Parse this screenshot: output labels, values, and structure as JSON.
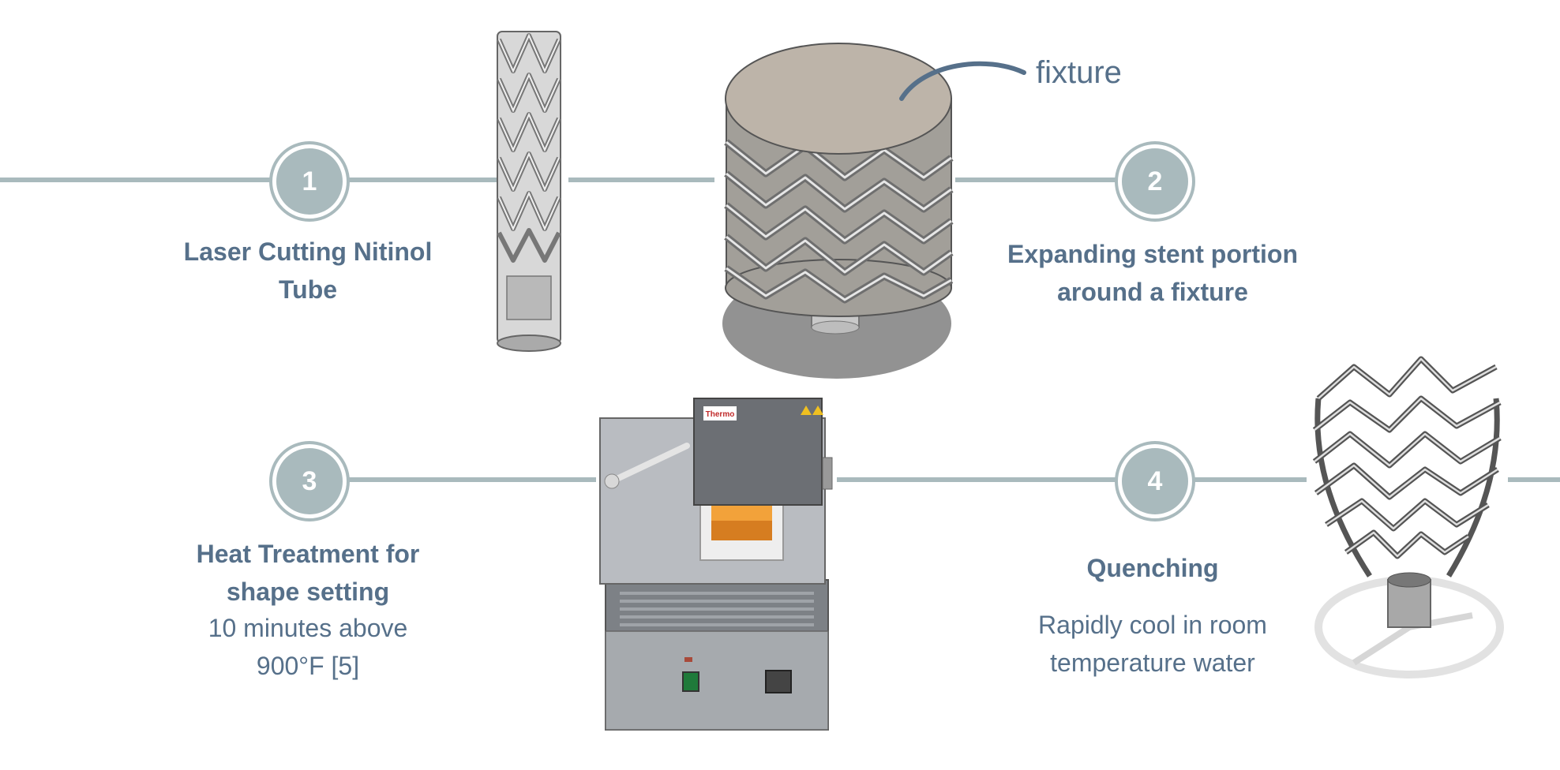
{
  "steps": [
    {
      "number": "1",
      "title": "Laser Cutting Nitinol Tube",
      "description": ""
    },
    {
      "number": "2",
      "title": "Expanding stent portion around a fixture",
      "description": ""
    },
    {
      "number": "3",
      "title": "Heat Treatment for shape setting",
      "description": "10 minutes above 900°F [5]"
    },
    {
      "number": "4",
      "title": "Quenching",
      "description": "Rapidly cool in room temperature water"
    }
  ],
  "fixture_label": "fixture",
  "furnace_brand": "Thermo",
  "colors": {
    "line": "#a9babd",
    "text": "#56708a",
    "fixture_top": "#bdb4a9",
    "furnace_body": "#b9bcc1",
    "glow": "#f2a23a"
  }
}
